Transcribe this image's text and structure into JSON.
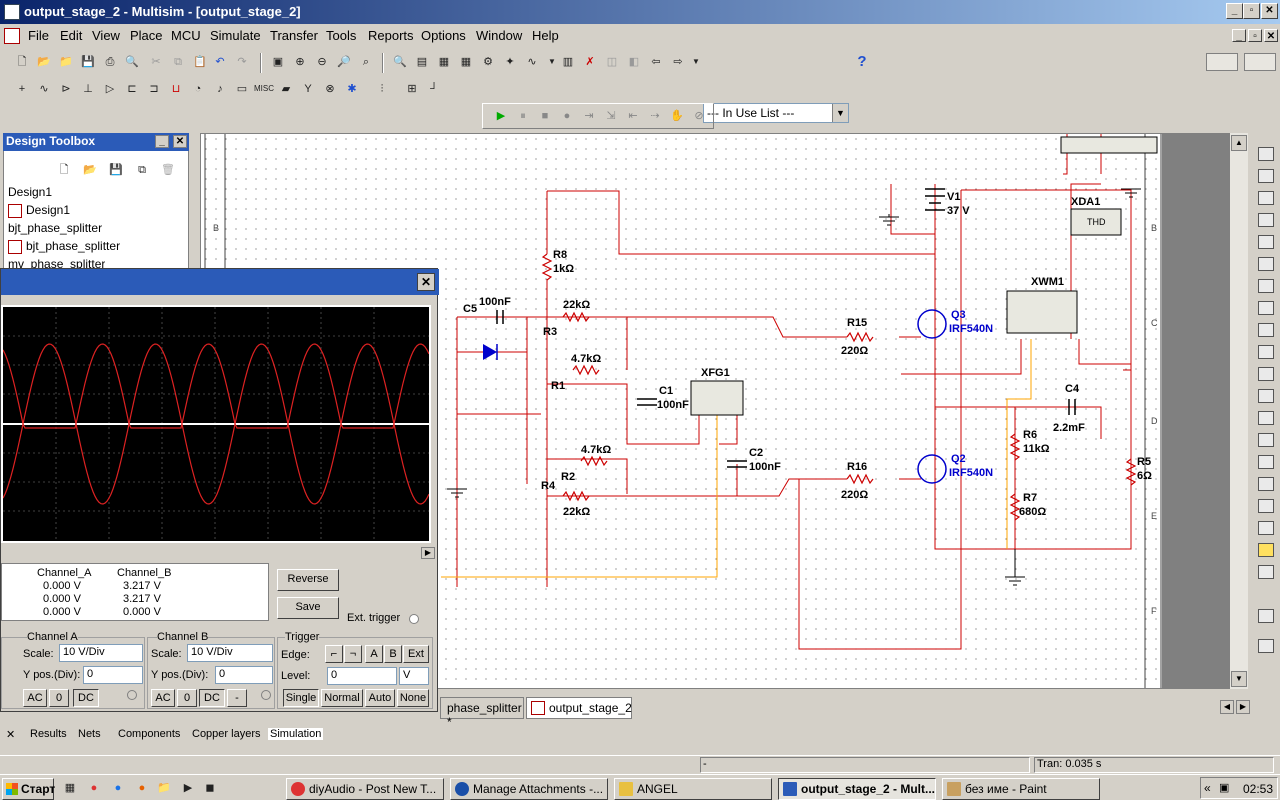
{
  "window": {
    "title": "output_stage_2 - Multisim - [output_stage_2]"
  },
  "menu": [
    "File",
    "Edit",
    "View",
    "Place",
    "MCU",
    "Simulate",
    "Transfer",
    "Tools",
    "Reports",
    "Options",
    "Window",
    "Help"
  ],
  "toolbar": {
    "in_use_list": "--- In Use List ---",
    "help_glyph": "?"
  },
  "design_toolbox": {
    "title": "Design Toolbox",
    "items": [
      "Design1",
      "Design1",
      "bjt_phase_splitter",
      "bjt_phase_splitter",
      "mv_phase_splitter"
    ]
  },
  "schematic": {
    "labels": {
      "v1_name": "V1",
      "v1_value": "37 V",
      "r8_name": "R8",
      "r8_value": "1kΩ",
      "c5_name": "C5",
      "c5_value": "100nF",
      "r3_name": "R3",
      "r3_value": "22kΩ",
      "r1_name": "R1",
      "r1_value": "4.7kΩ",
      "c1_name": "C1",
      "c1_value": "100nF",
      "xfg1": "XFG1",
      "c2_name": "C2",
      "c2_value": "100nF",
      "r2_name": "R2",
      "r2_value": "4.7kΩ",
      "r4_name": "R4",
      "r4_value": "22kΩ",
      "r15_name": "R15",
      "r15_value": "220Ω",
      "r16_name": "R16",
      "r16_value": "220Ω",
      "q3_name": "Q3",
      "q3_value": "IRF540N",
      "q2_name": "Q2",
      "q2_value": "IRF540N",
      "xda1": "XDA1",
      "thd": "THD",
      "xwm1": "XWM1",
      "c4_name": "C4",
      "c4_value": "2.2mF",
      "r6_name": "R6",
      "r6_value": "11kΩ",
      "r7_name": "R7",
      "r7_value": "680Ω",
      "r5_name": "R5",
      "r5_value": "6Ω",
      "border_b": "B",
      "border_c": "C",
      "border_d": "D",
      "border_e": "E",
      "border_f": "F"
    }
  },
  "scope": {
    "table": {
      "headers": [
        "Channel_A",
        "Channel_B"
      ],
      "rows": [
        [
          "0.000 V",
          "3.217 V"
        ],
        [
          "0.000 V",
          "3.217 V"
        ],
        [
          "0.000 V",
          "0.000 V"
        ]
      ]
    },
    "reverse": "Reverse",
    "save": "Save",
    "ext_trigger": "Ext. trigger",
    "channel_a": {
      "title": "Channel A",
      "scale_label": "Scale:",
      "scale": "10  V/Div",
      "ypos_label": "Y pos.(Div):",
      "ypos": "0",
      "ac": "AC",
      "zero": "0",
      "dc": "DC"
    },
    "channel_b": {
      "title": "Channel B",
      "scale_label": "Scale:",
      "scale": "10  V/Div",
      "ypos_label": "Y pos.(Div):",
      "ypos": "0",
      "ac": "AC",
      "zero": "0",
      "dc": "DC",
      "minus": "-"
    },
    "trigger": {
      "title": "Trigger",
      "edge_label": "Edge:",
      "a": "A",
      "b": "B",
      "ext": "Ext",
      "level_label": "Level:",
      "level": "0",
      "unit": "V",
      "single": "Single",
      "normal": "Normal",
      "auto": "Auto",
      "none": "None"
    }
  },
  "doc_tabs": [
    "phase_splitter *",
    "output_stage_2"
  ],
  "spread_tabs": [
    "Results",
    "Nets",
    "Components",
    "Copper layers",
    "Simulation"
  ],
  "status": {
    "tran": "Tran: 0.035 s",
    "dash": "-"
  },
  "taskbar": {
    "start": "Старт",
    "tasks": [
      "diyAudio - Post New T...",
      "Manage Attachments -...",
      "ANGEL",
      "output_stage_2 - Mult...",
      "без име - Paint"
    ],
    "clock": "02:53",
    "tray_glyph": "«"
  },
  "colors": {
    "wire": "#cc0000",
    "probe": "#ffa500",
    "mosfet": "#0000cc",
    "trace": "#dd2222"
  }
}
